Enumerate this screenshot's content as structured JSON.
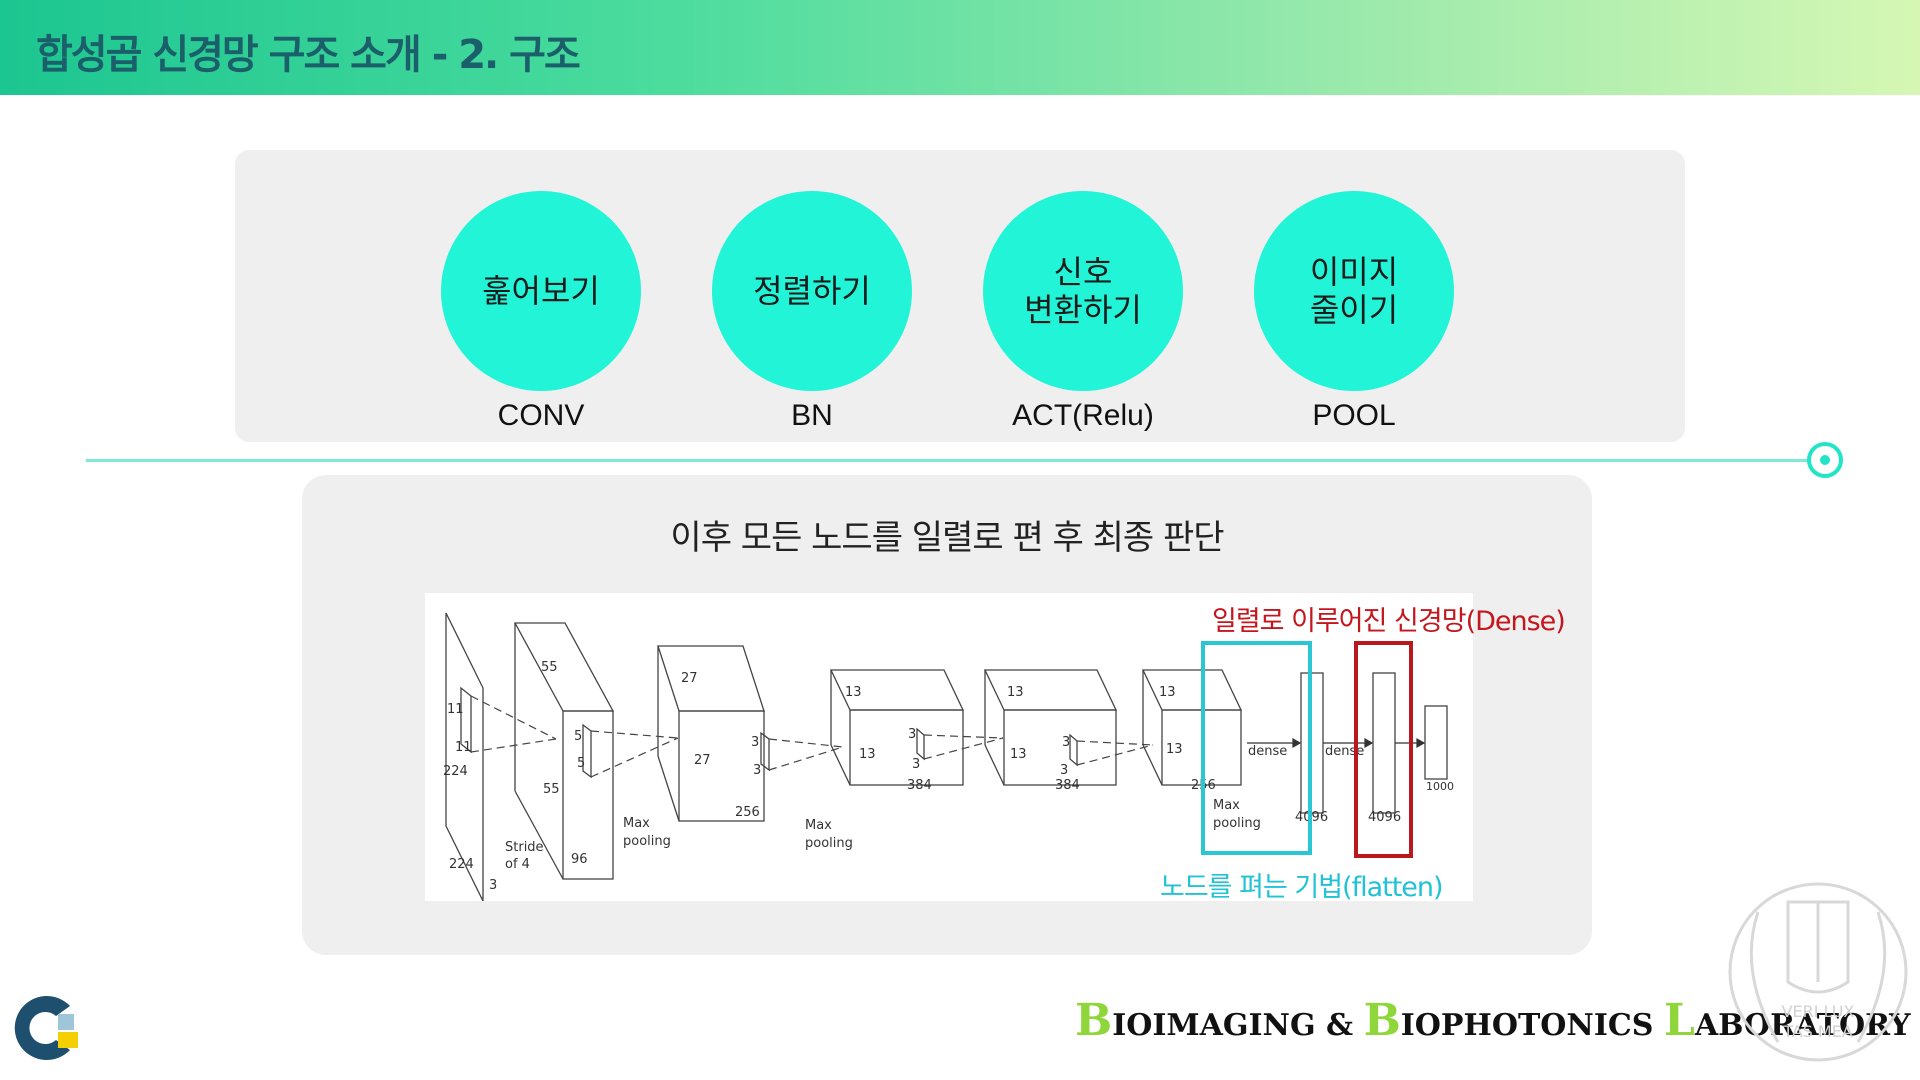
{
  "header": {
    "title": "합성곱 신경망 구조 소개 - 2. 구조"
  },
  "steps": [
    {
      "label": "훑어보기",
      "abbr": "CONV"
    },
    {
      "label": "정렬하기",
      "abbr": "BN"
    },
    {
      "label": "신호\n변환하기",
      "abbr": "ACT(Relu)"
    },
    {
      "label": "이미지\n줄이기",
      "abbr": "POOL"
    }
  ],
  "panel": {
    "title": "이후 모든 노드를 일렬로 편 후 최종 판단"
  },
  "diagram": {
    "labels": {
      "input_side": "224",
      "input_depth": "3",
      "input_h": "224",
      "kernel1": "11",
      "kernel1b": "11",
      "stride": "Stride",
      "stride_of": "of 4",
      "c1_top": "55",
      "c1_k": "5",
      "c1_kb": "5",
      "c1_h": "55",
      "c1_d": "96",
      "pool1": "Max",
      "pool1b": "pooling",
      "c2_top": "27",
      "c2_h": "27",
      "c2_d": "256",
      "c2_k": "3",
      "c2_kb": "3",
      "pool2": "Max",
      "pool2b": "pooling",
      "c3_top": "13",
      "c3_h": "13",
      "c3_k": "3",
      "c3_kb": "3",
      "c3_d": "384",
      "c4_top": "13",
      "c4_h": "13",
      "c4_k": "3",
      "c4_kb": "3",
      "c4_d": "384",
      "c5_top": "13",
      "c5_h": "13",
      "c5_d": "256",
      "pool3": "Max",
      "pool3b": "pooling",
      "dense1": "dense",
      "dense2": "dense",
      "fc1": "4096",
      "fc2": "4096",
      "out": "1000"
    },
    "annotation_dense": "일렬로 이루어진 신경망(Dense)",
    "annotation_flatten": "노드를 펴는 기법(flatten)"
  },
  "footer": {
    "lab_parts": [
      {
        "cap": "B",
        "rest": "IOIMAGING & "
      },
      {
        "cap": "B",
        "rest": "IOPHOTONICS "
      },
      {
        "cap": "L",
        "rest": "ABORATORY"
      }
    ],
    "seal_text_1": "VERI LUX",
    "seal_text_2": "TAS MEA"
  },
  "colors": {
    "circle": "#22f5d7",
    "title": "#1a5f6a",
    "dense_box": "#b9181e",
    "flatten_box": "#2bc6d3",
    "lab_caps": "#8fd63a"
  }
}
